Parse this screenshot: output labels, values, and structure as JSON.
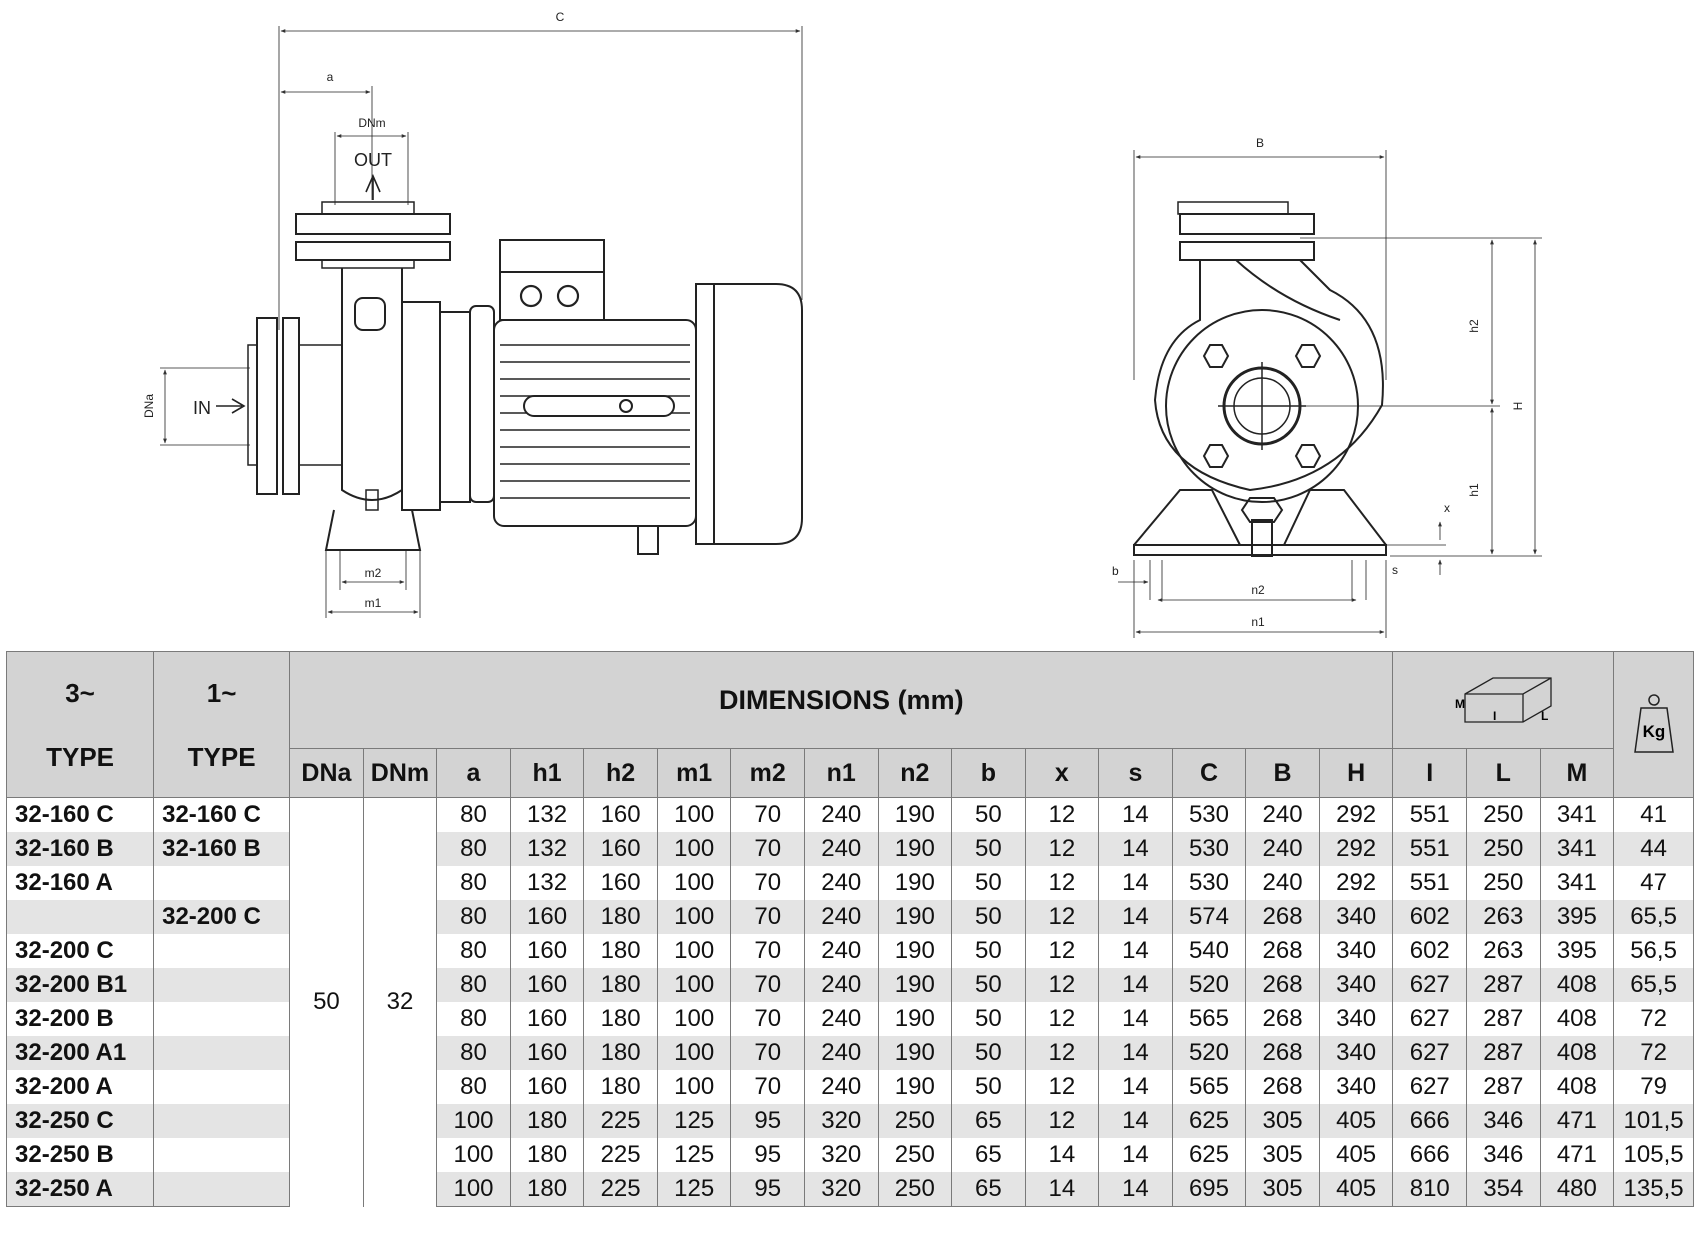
{
  "drawing_labels": {
    "side": {
      "C": "C",
      "a": "a",
      "DNm": "DNm",
      "OUT": "OUT",
      "IN": "IN",
      "DNa": "DNa",
      "m2": "m2",
      "m1": "m1"
    },
    "front": {
      "B": "B",
      "h2": "h2",
      "H": "H",
      "h1": "h1",
      "x": "x",
      "s": "s",
      "b": "b",
      "n2": "n2",
      "n1": "n1"
    }
  },
  "table": {
    "header": {
      "three_phase_symbol": "3~",
      "three_phase_type": "TYPE",
      "single_phase_symbol": "1~",
      "single_phase_type": "TYPE",
      "dimensions": "DIMENSIONS (mm)",
      "box_labels": {
        "M": "M",
        "I": "I",
        "L": "L"
      },
      "weight_unit": "Kg",
      "columns": [
        "DNa",
        "DNm",
        "a",
        "h1",
        "h2",
        "m1",
        "m2",
        "n1",
        "n2",
        "b",
        "x",
        "s",
        "C",
        "B",
        "H",
        "I",
        "L",
        "M"
      ]
    },
    "DNa": "50",
    "DNm": "32",
    "rows": [
      {
        "t3": "32-160 C",
        "t1": "32-160 C",
        "v": [
          "80",
          "132",
          "160",
          "100",
          "70",
          "240",
          "190",
          "50",
          "12",
          "14",
          "530",
          "240",
          "292",
          "551",
          "250",
          "341",
          "41"
        ]
      },
      {
        "t3": "32-160 B",
        "t1": "32-160 B",
        "v": [
          "80",
          "132",
          "160",
          "100",
          "70",
          "240",
          "190",
          "50",
          "12",
          "14",
          "530",
          "240",
          "292",
          "551",
          "250",
          "341",
          "44"
        ]
      },
      {
        "t3": "32-160 A",
        "t1": "",
        "v": [
          "80",
          "132",
          "160",
          "100",
          "70",
          "240",
          "190",
          "50",
          "12",
          "14",
          "530",
          "240",
          "292",
          "551",
          "250",
          "341",
          "47"
        ]
      },
      {
        "t3": "",
        "t1": "32-200 C",
        "v": [
          "80",
          "160",
          "180",
          "100",
          "70",
          "240",
          "190",
          "50",
          "12",
          "14",
          "574",
          "268",
          "340",
          "602",
          "263",
          "395",
          "65,5"
        ]
      },
      {
        "t3": "32-200 C",
        "t1": "",
        "v": [
          "80",
          "160",
          "180",
          "100",
          "70",
          "240",
          "190",
          "50",
          "12",
          "14",
          "540",
          "268",
          "340",
          "602",
          "263",
          "395",
          "56,5"
        ]
      },
      {
        "t3": "32-200 B1",
        "t1": "",
        "v": [
          "80",
          "160",
          "180",
          "100",
          "70",
          "240",
          "190",
          "50",
          "12",
          "14",
          "520",
          "268",
          "340",
          "627",
          "287",
          "408",
          "65,5"
        ]
      },
      {
        "t3": "32-200 B",
        "t1": "",
        "v": [
          "80",
          "160",
          "180",
          "100",
          "70",
          "240",
          "190",
          "50",
          "12",
          "14",
          "565",
          "268",
          "340",
          "627",
          "287",
          "408",
          "72"
        ]
      },
      {
        "t3": "32-200 A1",
        "t1": "",
        "v": [
          "80",
          "160",
          "180",
          "100",
          "70",
          "240",
          "190",
          "50",
          "12",
          "14",
          "520",
          "268",
          "340",
          "627",
          "287",
          "408",
          "72"
        ]
      },
      {
        "t3": "32-200 A",
        "t1": "",
        "v": [
          "80",
          "160",
          "180",
          "100",
          "70",
          "240",
          "190",
          "50",
          "12",
          "14",
          "565",
          "268",
          "340",
          "627",
          "287",
          "408",
          "79"
        ]
      },
      {
        "t3": "32-250 C",
        "t1": "",
        "v": [
          "100",
          "180",
          "225",
          "125",
          "95",
          "320",
          "250",
          "65",
          "12",
          "14",
          "625",
          "305",
          "405",
          "666",
          "346",
          "471",
          "101,5"
        ]
      },
      {
        "t3": "32-250 B",
        "t1": "",
        "v": [
          "100",
          "180",
          "225",
          "125",
          "95",
          "320",
          "250",
          "65",
          "14",
          "14",
          "625",
          "305",
          "405",
          "666",
          "346",
          "471",
          "105,5"
        ]
      },
      {
        "t3": "32-250 A",
        "t1": "",
        "v": [
          "100",
          "180",
          "225",
          "125",
          "95",
          "320",
          "250",
          "65",
          "14",
          "14",
          "695",
          "305",
          "405",
          "810",
          "354",
          "480",
          "135,5"
        ]
      }
    ]
  }
}
